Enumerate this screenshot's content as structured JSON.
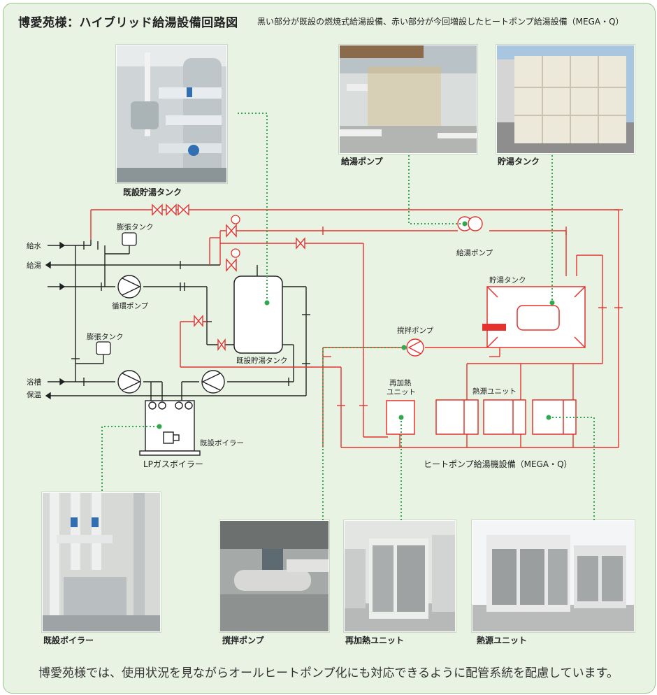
{
  "header": {
    "title": "博愛苑様：ハイブリッド給湯設備回路図",
    "subtitle": "黒い部分が既設の燃焼式給湯設備、赤い部分が今回増設したヒートポンプ給湯設備（MEGA・Q）"
  },
  "photos": {
    "existing_tank": "既設貯湯タンク",
    "supply_pump": "給湯ポンプ",
    "storage_tank": "貯湯タンク",
    "existing_boiler": "既設ボイラー",
    "agitator_pump": "撹拌ポンプ",
    "reheat_unit": "再加熱ユニット",
    "heat_source_unit": "熱源ユニット"
  },
  "diagram": {
    "water_supply": "給水",
    "hot_water": "給湯",
    "bath": "浴槽",
    "keep_warm": "保温",
    "expansion_tank_1": "膨張タンク",
    "expansion_tank_2": "膨張タンク",
    "circulation_pump": "循環ポンプ",
    "existing_tank": "既設貯湯タンク",
    "existing_boiler": "既設ボイラー",
    "lp_gas_boiler": "LPガスボイラー",
    "supply_pump": "給湯ポンプ",
    "storage_tank": "貯湯タンク",
    "agitator_pump": "撹拌ポンプ",
    "reheat_unit_line1": "再加熱",
    "reheat_unit_line2": "ユニット",
    "heat_source_unit": "熱源ユニット",
    "system_name": "ヒートポンプ給湯機設備（MEGA・Q）"
  },
  "footer": "博愛苑様では、使用状況を見ながらオールヒートポンプ化にも対応できるように配管系統を配慮しています。",
  "colors": {
    "existing": "#222222",
    "new": "#e5322d",
    "leader": "#2fa84f",
    "background": "#e9f3e4"
  }
}
